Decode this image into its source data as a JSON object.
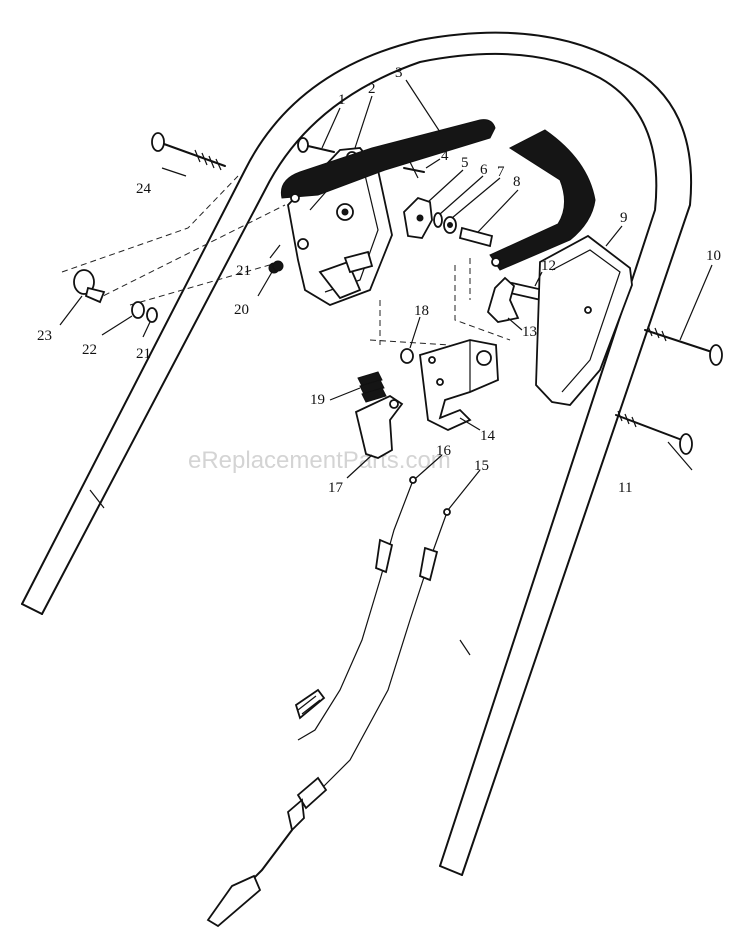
{
  "watermark": "eReplacementParts.com",
  "parts": [
    {
      "id": "p1",
      "label": "1"
    },
    {
      "id": "p2",
      "label": "2"
    },
    {
      "id": "p3",
      "label": "3"
    },
    {
      "id": "p4",
      "label": "4"
    },
    {
      "id": "p5",
      "label": "5"
    },
    {
      "id": "p6",
      "label": "6"
    },
    {
      "id": "p7",
      "label": "7"
    },
    {
      "id": "p8",
      "label": "8"
    },
    {
      "id": "p9",
      "label": "9"
    },
    {
      "id": "p10",
      "label": "10"
    },
    {
      "id": "p11",
      "label": "11"
    },
    {
      "id": "p12",
      "label": "12"
    },
    {
      "id": "p13",
      "label": "13"
    },
    {
      "id": "p14",
      "label": "14"
    },
    {
      "id": "p15",
      "label": "15"
    },
    {
      "id": "p16",
      "label": "16"
    },
    {
      "id": "p17",
      "label": "17"
    },
    {
      "id": "p18",
      "label": "18"
    },
    {
      "id": "p19",
      "label": "19"
    },
    {
      "id": "p20",
      "label": "20"
    },
    {
      "id": "p21a",
      "label": "21"
    },
    {
      "id": "p21b",
      "label": "21"
    },
    {
      "id": "p22",
      "label": "22"
    },
    {
      "id": "p23",
      "label": "23"
    },
    {
      "id": "p24",
      "label": "24"
    }
  ]
}
